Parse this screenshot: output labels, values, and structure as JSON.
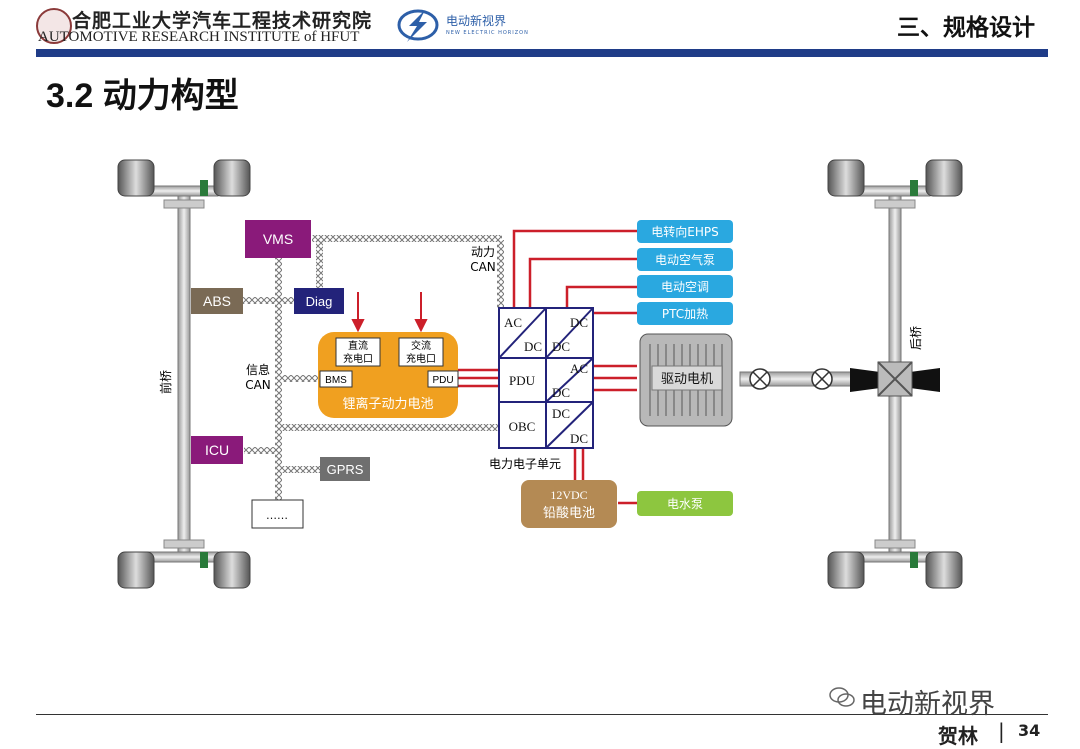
{
  "header": {
    "institute_cn": "合肥工业大学汽车工程技术研究院",
    "institute_en": "AUTOMOTIVE RESEARCH INSTITUTE of HFUT",
    "logo2_cn": "电动新视界",
    "logo2_en": "NEW ELECTRIC HORIZON",
    "section": "三、规格设计"
  },
  "title": "3.2 动力构型",
  "diagram": {
    "front_axle": "前桥",
    "rear_axle": "后桥",
    "vms": "VMS",
    "abs": "ABS",
    "diag": "Diag",
    "icu": "ICU",
    "gprs": "GPRS",
    "dots": "……",
    "info_can": [
      "信息",
      "CAN"
    ],
    "power_can": [
      "动力",
      "CAN"
    ],
    "battery": {
      "label": "锂离子动力电池",
      "dc_port": [
        "直流",
        "充电口"
      ],
      "ac_port": [
        "交流",
        "充电口"
      ],
      "bms": "BMS",
      "pdu": "PDU"
    },
    "pe_unit": {
      "label": "电力电子单元",
      "left": [
        "AC",
        "DC",
        "PDU",
        "OBC"
      ],
      "right": [
        "DC",
        "DC",
        "AC",
        "DC",
        "DC",
        "DC"
      ]
    },
    "loads": [
      "电转向EHPS",
      "电动空气泵",
      "电动空调",
      "PTC加热"
    ],
    "motor": "驱动电机",
    "lead_acid": [
      "12VDC",
      "铅酸电池"
    ],
    "water_pump": "电水泵"
  },
  "footer": {
    "watermark": "电动新视界",
    "author": "贺林",
    "separator": "|",
    "page": "34"
  },
  "colors": {
    "header_bar": "#1f3c88",
    "purple": "#8a1a7a",
    "brown": "#7a6a55",
    "navy": "#23237a",
    "gray": "#6f6f6f",
    "orange": "#f0a020",
    "blue_load": "#2aa8e0",
    "green": "#8dc63f",
    "tan": "#b48a54",
    "red": "#cc1f2a"
  }
}
